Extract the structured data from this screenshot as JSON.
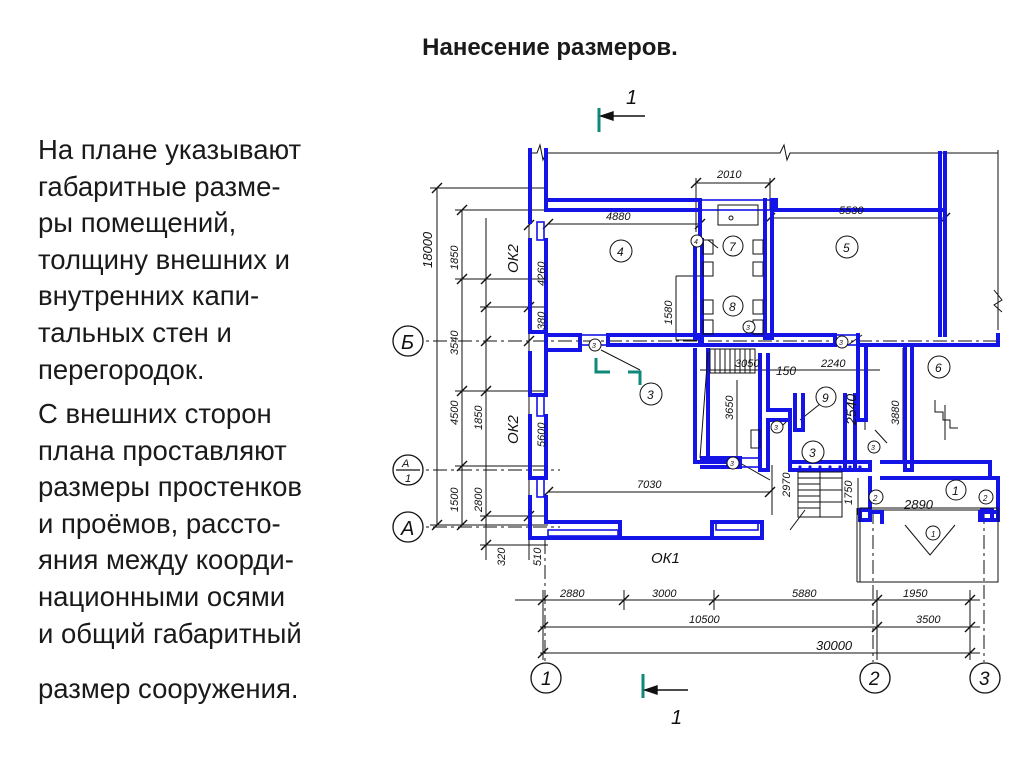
{
  "title": "Нанесение размеров.",
  "text": {
    "para1_lines": [
      "На плане указывают",
      "габаритные разме-",
      "ры помещений,",
      "толщину внешних и",
      "внутренних капи-",
      "тальных стен и",
      "перегородок."
    ],
    "para2_lines": [
      "С внешних сторон",
      "плана проставляют",
      "размеры простенков",
      "и проёмов, рассто-",
      "яния между коорди-",
      "национными осями",
      "и общий габаритный"
    ],
    "para2_last": "размер сооружения."
  },
  "drawing": {
    "section_marks": {
      "top": "1",
      "bottom": "1"
    },
    "axes_horizontal": {
      "b": "Б",
      "a1_num": "А",
      "a1_den": "1",
      "a": "А"
    },
    "axes_vertical": {
      "ax1": "1",
      "ax2": "2",
      "ax3": "3"
    },
    "dims_left": {
      "d18000": "18000",
      "d1850a": "1850",
      "d3540": "3540",
      "d4500": "4500",
      "d1850b": "1850",
      "d1500": "1500",
      "d4260": "4260",
      "d380": "380",
      "d5600": "5600",
      "d2800": "2800",
      "d320": "320",
      "d510": "510"
    },
    "window_labels": {
      "ok2_top": "ОК2",
      "ok2_mid": "ОК2",
      "ok1": "ОК1"
    },
    "dims_inner": {
      "d2010": "2010",
      "d4880": "4880",
      "d5530": "5530",
      "d1580": "1580",
      "d3050": "3050",
      "d150": "150",
      "d2240": "2240",
      "d3650": "3650",
      "d2540": "2540",
      "d3880": "3880",
      "d7030": "7030",
      "d2970": "2970",
      "d1750": "1750",
      "d2890": "2890"
    },
    "dims_bottom": {
      "d2880": "2880",
      "d3000": "3000",
      "d5880": "5880",
      "d1950": "1950",
      "d10500": "10500",
      "d3500": "3500",
      "d30000": "30000"
    },
    "room_numbers": {
      "r4": "4",
      "r7": "7",
      "r5": "5",
      "r8": "8",
      "r3": "3",
      "r6": "6",
      "r9": "9",
      "r3b": "3",
      "r1": "1",
      "r2a": "2",
      "r2b": "2",
      "r1b": "1"
    },
    "markers": {
      "m3a": "3",
      "m3b": "3",
      "m3c": "3",
      "m3d": "3",
      "m3e": "3",
      "m3f": "3",
      "m4": "4"
    },
    "colors": {
      "walls": "#1414e6",
      "lines": "#111111",
      "section": "#0f8a7a"
    }
  }
}
